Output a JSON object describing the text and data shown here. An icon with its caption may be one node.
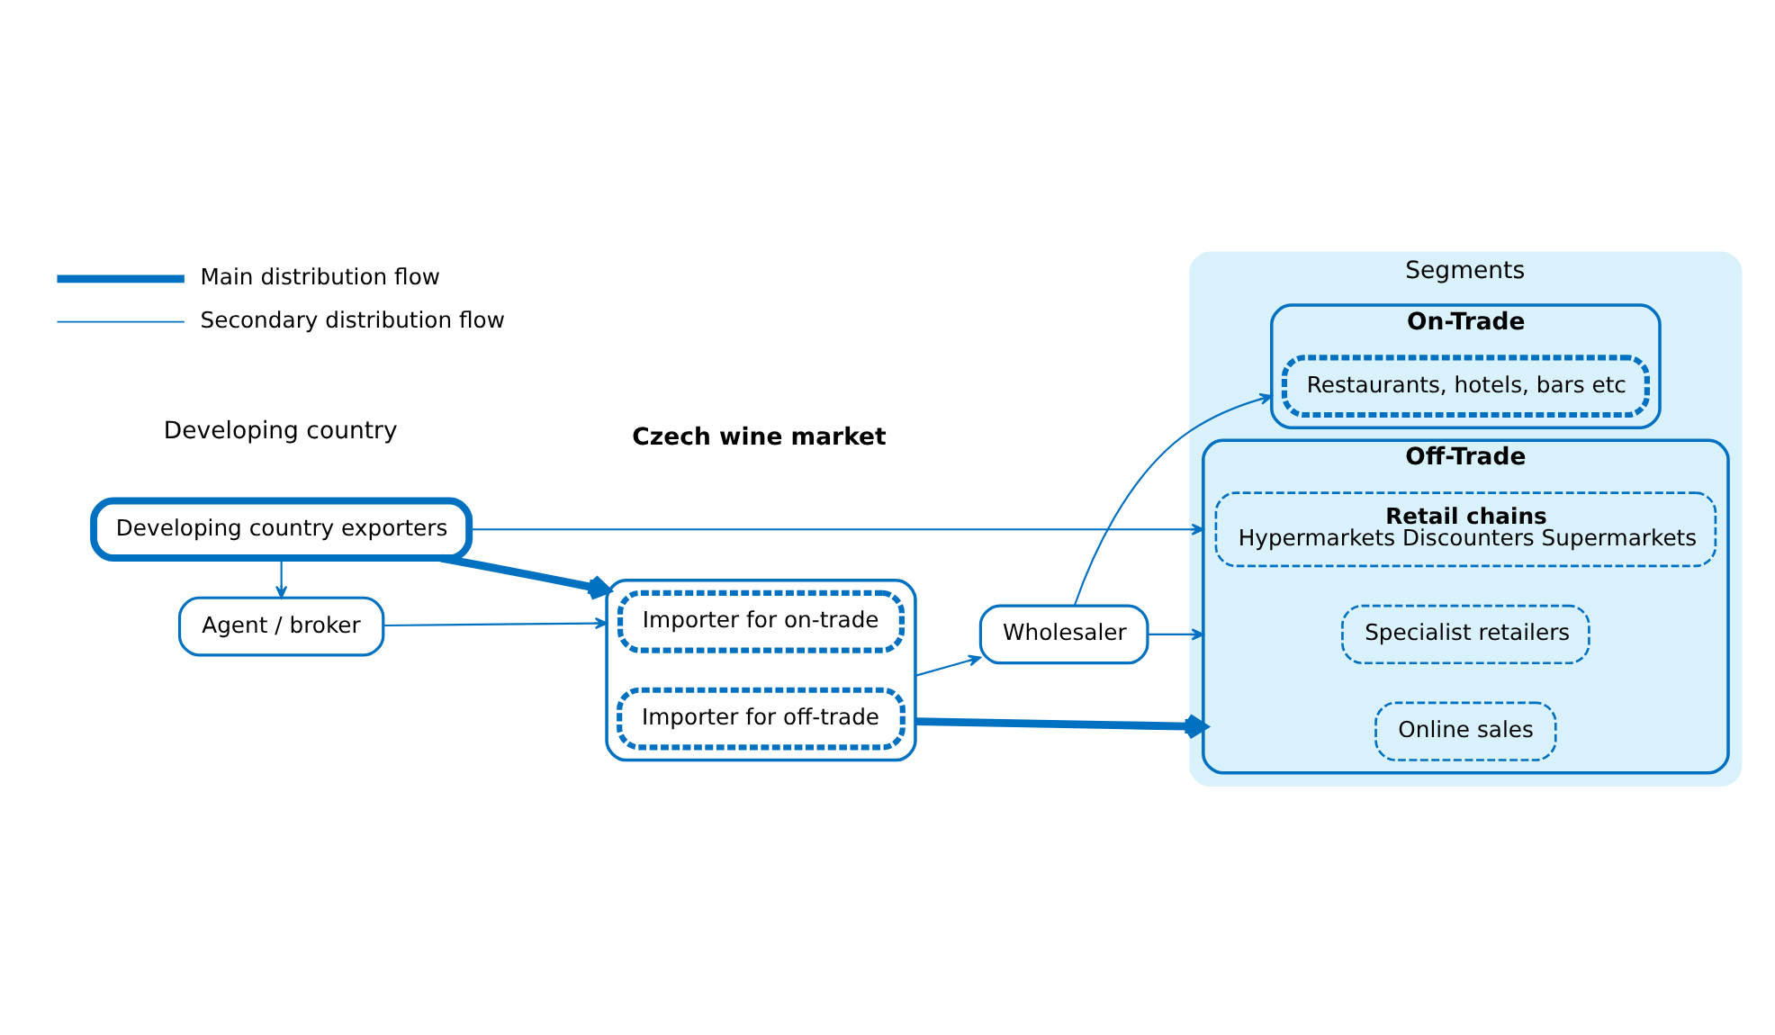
{
  "diagram": {
    "nodes": [
      {
        "text": [
          "Developing country exporters"
        ]
      },
      {
        "text": [
          "Wholesaler"
        ]
      },
      {
        "text": [
          "Segments"
        ]
      },
      {
        "text": [
          "On-Trade"
        ],
        "in": 2
      },
      {
        "text": [
          "Restaurants, hotels, bars etc"
        ],
        "in": 3
      },
      {
        "text": [
          "Off-Trade"
        ],
        "in": 2
      },
      {
        "text": [
          "Retail chains",
          "Hypermarkets Discounters Supermarkets"
        ],
        "in": 5
      },
      {
        "text": [
          "Specialist retailers"
        ],
        "in": 5
      },
      {
        "text": [
          "Online sales"
        ],
        "in": 5
      },
      {
        "text": [
          "Agent / broker"
        ]
      },
      {
        "text": [],
        "shape": "box"
      },
      {
        "text": [
          "Importer for on-trade"
        ],
        "in": 10
      },
      {
        "text": [
          "Importer for off-trade"
        ],
        "in": 10
      }
    ],
    "edges": [
      {
        "from": 0,
        "to": 10,
        "arrow": "to",
        "style": "thick"
      },
      {
        "from": 0,
        "to": 9,
        "arrow": "to"
      },
      {
        "from": 0,
        "to": 5,
        "arrow": "to"
      },
      {
        "from": 1,
        "to": 5,
        "arrow": "to"
      },
      {
        "from": 1,
        "to": 3,
        "arrow": "to"
      },
      {
        "from": 10,
        "to": 1,
        "arrow": "to"
      },
      {
        "from": 9,
        "to": 10,
        "arrow": "to"
      },
      {
        "from": 10,
        "to": 5,
        "arrow": "to",
        "style": "thick"
      }
    ],
    "labels": [
      "Developing country",
      "Czech wine market"
    ],
    "legend": [
      {
        "text": "Main distribution flow"
      },
      {
        "text": "Secondary distribution flow"
      }
    ]
  }
}
